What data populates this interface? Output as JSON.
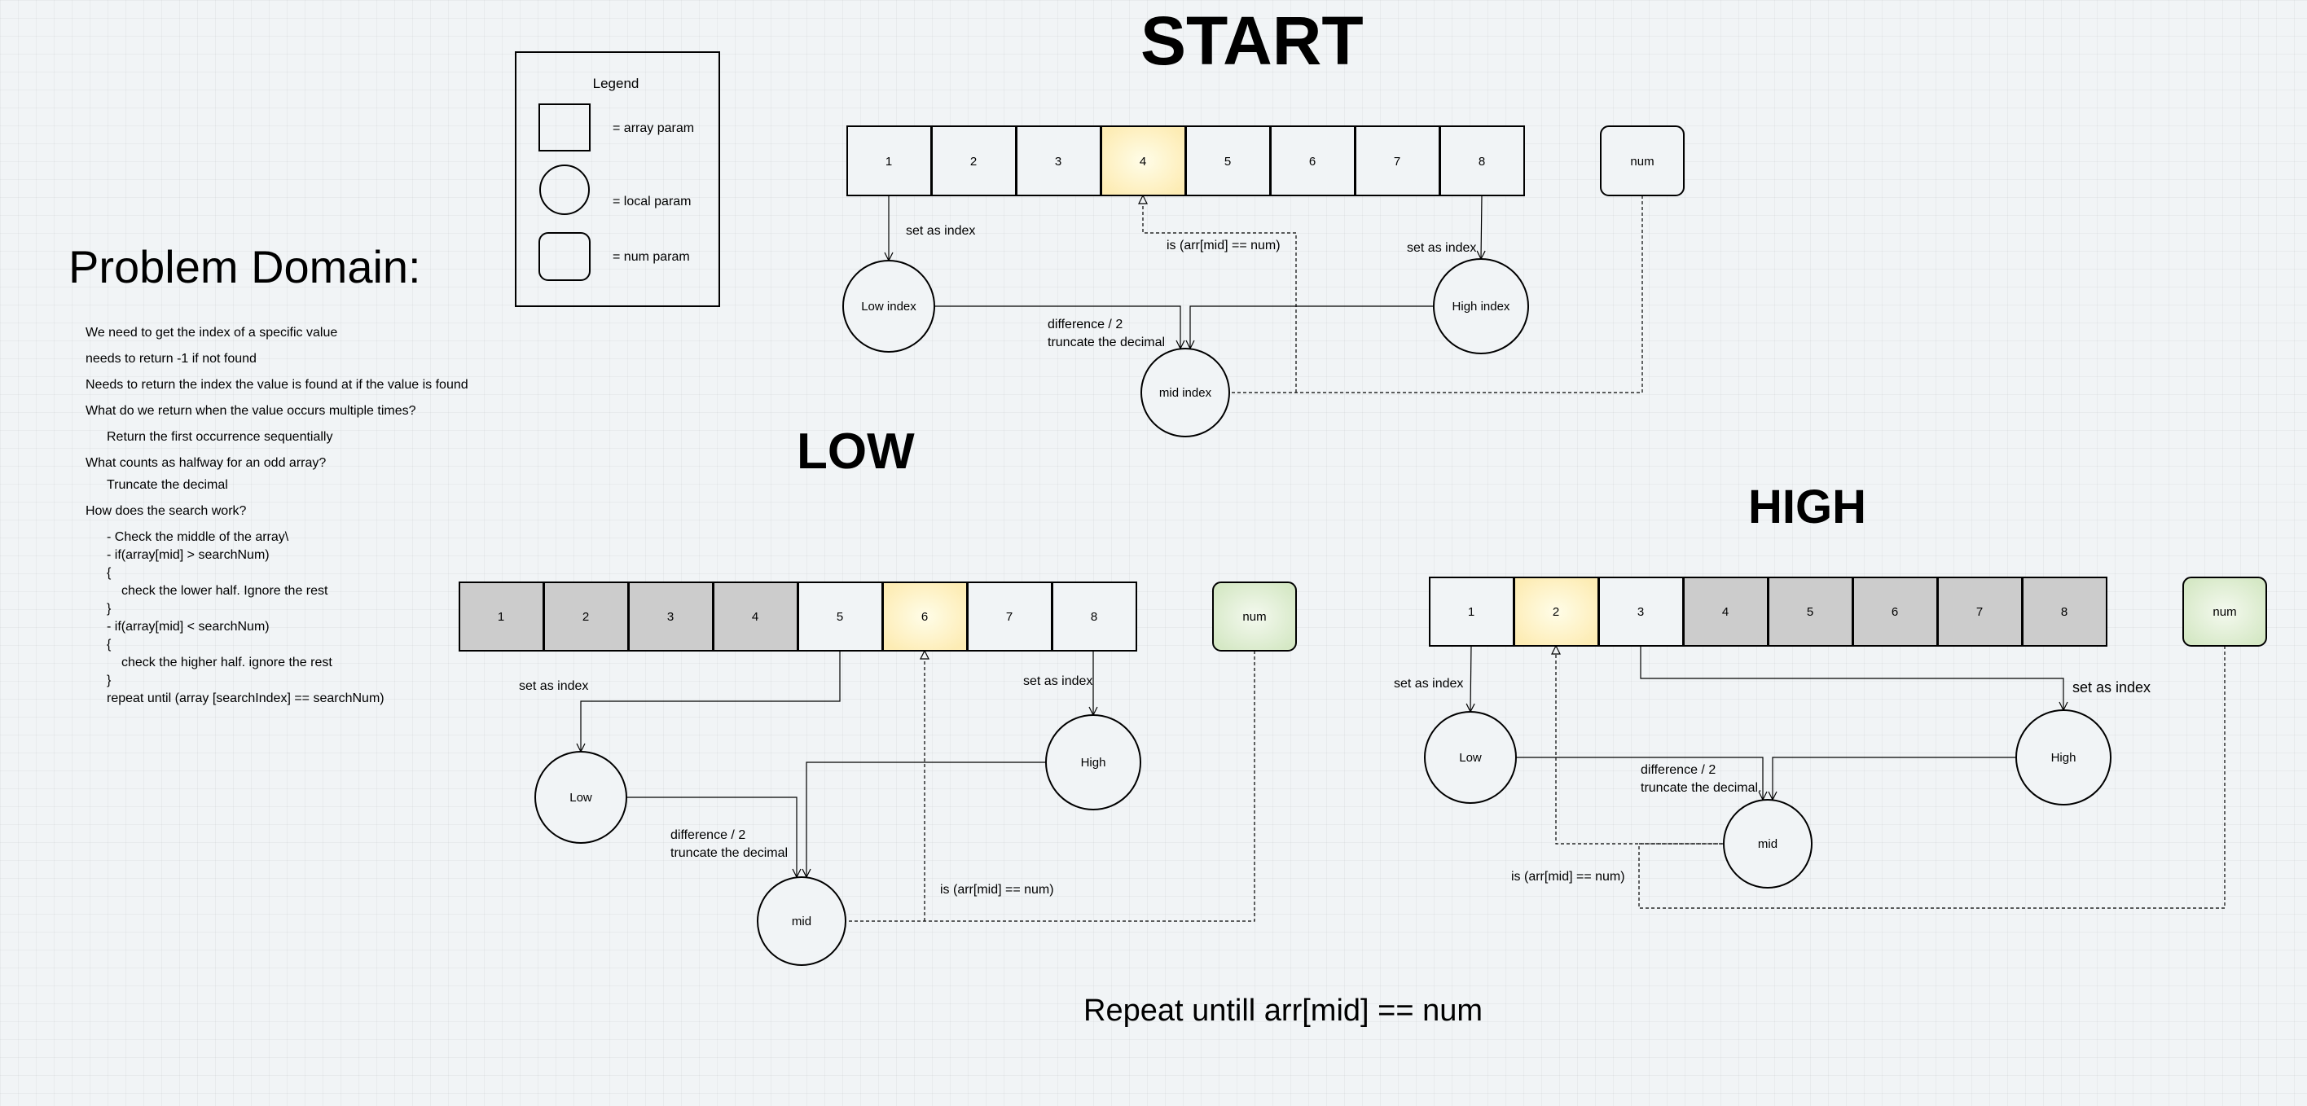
{
  "headings": {
    "start": "START",
    "low": "LOW",
    "high": "HIGH"
  },
  "problem_domain": {
    "title": "Problem Domain:",
    "lines": [
      "We need to get the index of a specific value",
      "needs to return -1 if not found",
      "Needs to return the index the value is found at if the value is found",
      "What do we return when the value occurs multiple times?",
      "Return the first occurrence sequentially",
      "What counts as halfway for an odd array?",
      "Truncate the decimal",
      "How does the search work?",
      "- Check the middle of the array\\",
      "- if(array[mid] > searchNum)",
      "{",
      "check the lower half. Ignore the rest",
      "}",
      "- if(array[mid] < searchNum)",
      "{",
      "check the higher half. ignore the rest",
      "}",
      "repeat until (array [searchIndex] == searchNum)"
    ]
  },
  "legend": {
    "title": "Legend",
    "items": [
      {
        "shape": "square",
        "text": "= array param"
      },
      {
        "shape": "circle",
        "text": "= local param"
      },
      {
        "shape": "rounded",
        "text": "= num param"
      }
    ]
  },
  "start": {
    "cells": [
      "1",
      "2",
      "3",
      "4",
      "5",
      "6",
      "7",
      "8"
    ],
    "num": "num",
    "low": "Low index",
    "high": "High index",
    "mid": "mid index",
    "set_low": "set as index",
    "set_high": "set as index",
    "diff1": "difference / 2",
    "diff2": "truncate the decimal",
    "check": "is (arr[mid] == num)"
  },
  "low_section": {
    "cells": [
      "1",
      "2",
      "3",
      "4",
      "5",
      "6",
      "7",
      "8"
    ],
    "num": "num",
    "low": "Low",
    "high": "High",
    "mid": "mid",
    "set_low": "set as index",
    "set_high": "set as index",
    "diff1": "difference / 2",
    "diff2": "truncate the decimal",
    "check": "is (arr[mid] == num)"
  },
  "high_section": {
    "cells": [
      "1",
      "2",
      "3",
      "4",
      "5",
      "6",
      "7",
      "8"
    ],
    "num": "num",
    "low": "Low",
    "high": "High",
    "mid": "mid",
    "set_low": "set as index",
    "set_high": "set as index",
    "diff1": "difference / 2",
    "diff2": "truncate the decimal.",
    "check": "is (arr[mid] == num)"
  },
  "footer": "Repeat untill arr[mid] == num",
  "colors": {
    "background": "#f1f4f6",
    "stroke": "#000000",
    "cell_fill": "#f1f4f6",
    "cell_grey": "#cccccc",
    "highlight_center": "#fffde8",
    "highlight_edge": "#fdecb4",
    "num_green_center": "#f4f9ef",
    "num_green_edge": "#d5e8c5"
  }
}
